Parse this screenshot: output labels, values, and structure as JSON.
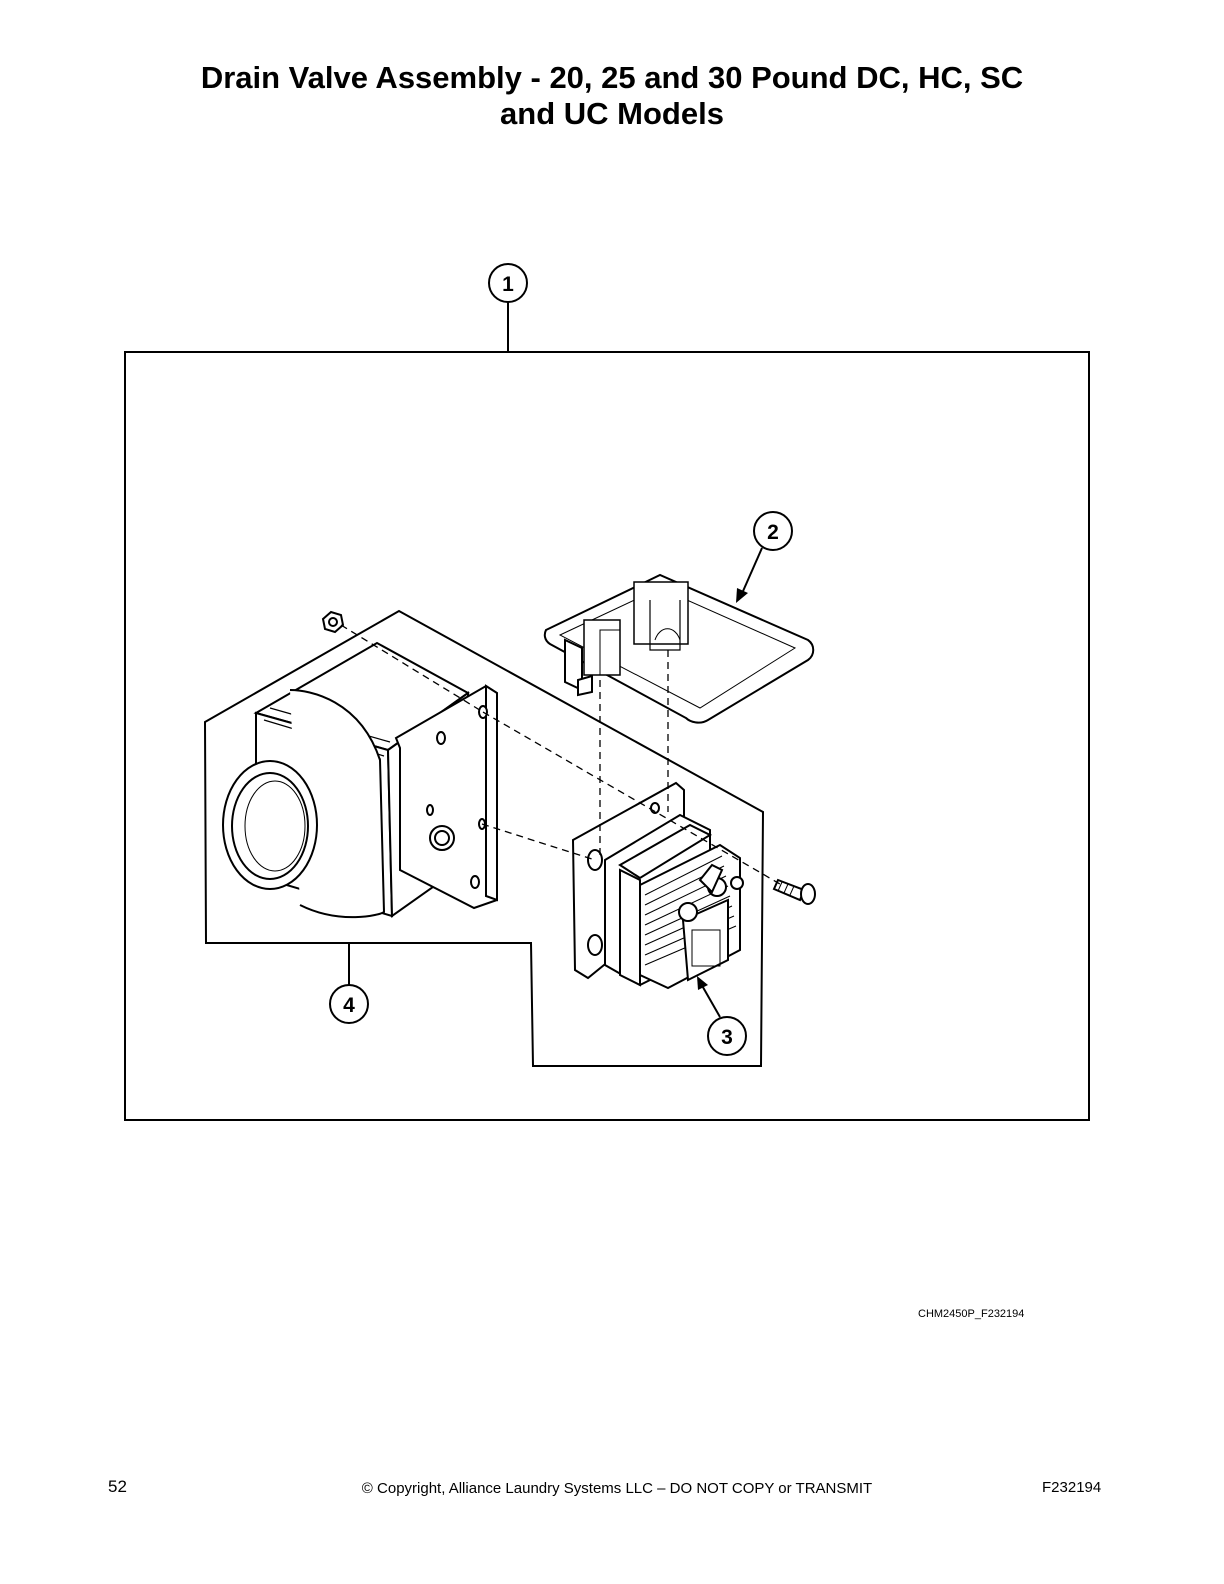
{
  "page": {
    "title_line1": "Drain Valve Assembly - 20, 25 and 30 Pound DC, HC, SC",
    "title_line2": "and UC Models"
  },
  "diagram": {
    "callouts": [
      {
        "label": "1",
        "part": "drain-valve-assembly"
      },
      {
        "label": "2",
        "part": "cover"
      },
      {
        "label": "3",
        "part": "motor"
      },
      {
        "label": "4",
        "part": "valve-body"
      }
    ],
    "figure_code": "CHM2450P_F232194"
  },
  "footer": {
    "page_number": "52",
    "copyright": "© Copyright, Alliance Laundry Systems LLC – DO NOT COPY or TRANSMIT",
    "document_id": "F232194"
  }
}
